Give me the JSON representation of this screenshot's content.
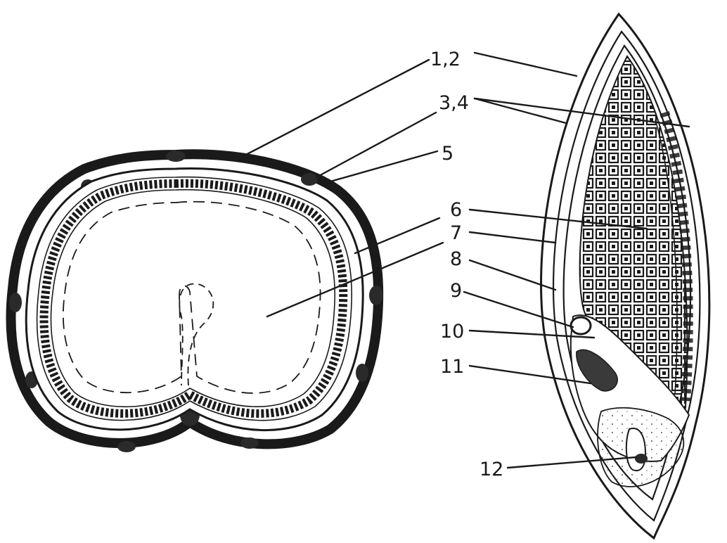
{
  "labels": {
    "l12": "1,2",
    "l34": "3,4",
    "l5": "5",
    "l6": "6",
    "l7": "7",
    "l8": "8",
    "l9": "9",
    "l10": "10",
    "l11": "11",
    "l12b": "12"
  },
  "colors": {
    "ink": "#1a1a1a",
    "paper": "#ffffff",
    "dark_layer": "#3a3a3a"
  }
}
